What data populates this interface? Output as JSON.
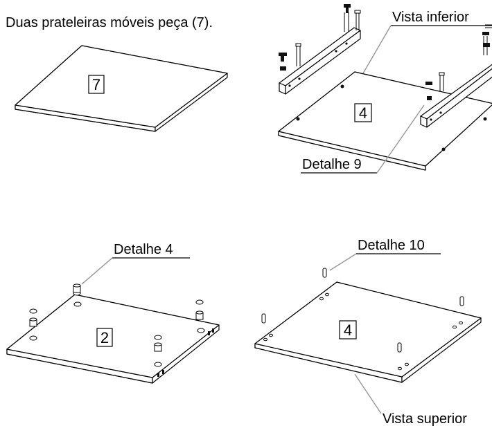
{
  "caption": "Duas prateleiras móveis peça (7).",
  "labels": {
    "vista_inferior": "Vista inferior",
    "detalhe_9": "Detalhe 9",
    "detalhe_4": "Detalhe 4",
    "detalhe_10": "Detalhe 10",
    "vista_superior": "Vista superior"
  },
  "parts": {
    "shelf_a": "7",
    "shelf_b": "4",
    "shelf_c": "2",
    "shelf_d": "4"
  }
}
